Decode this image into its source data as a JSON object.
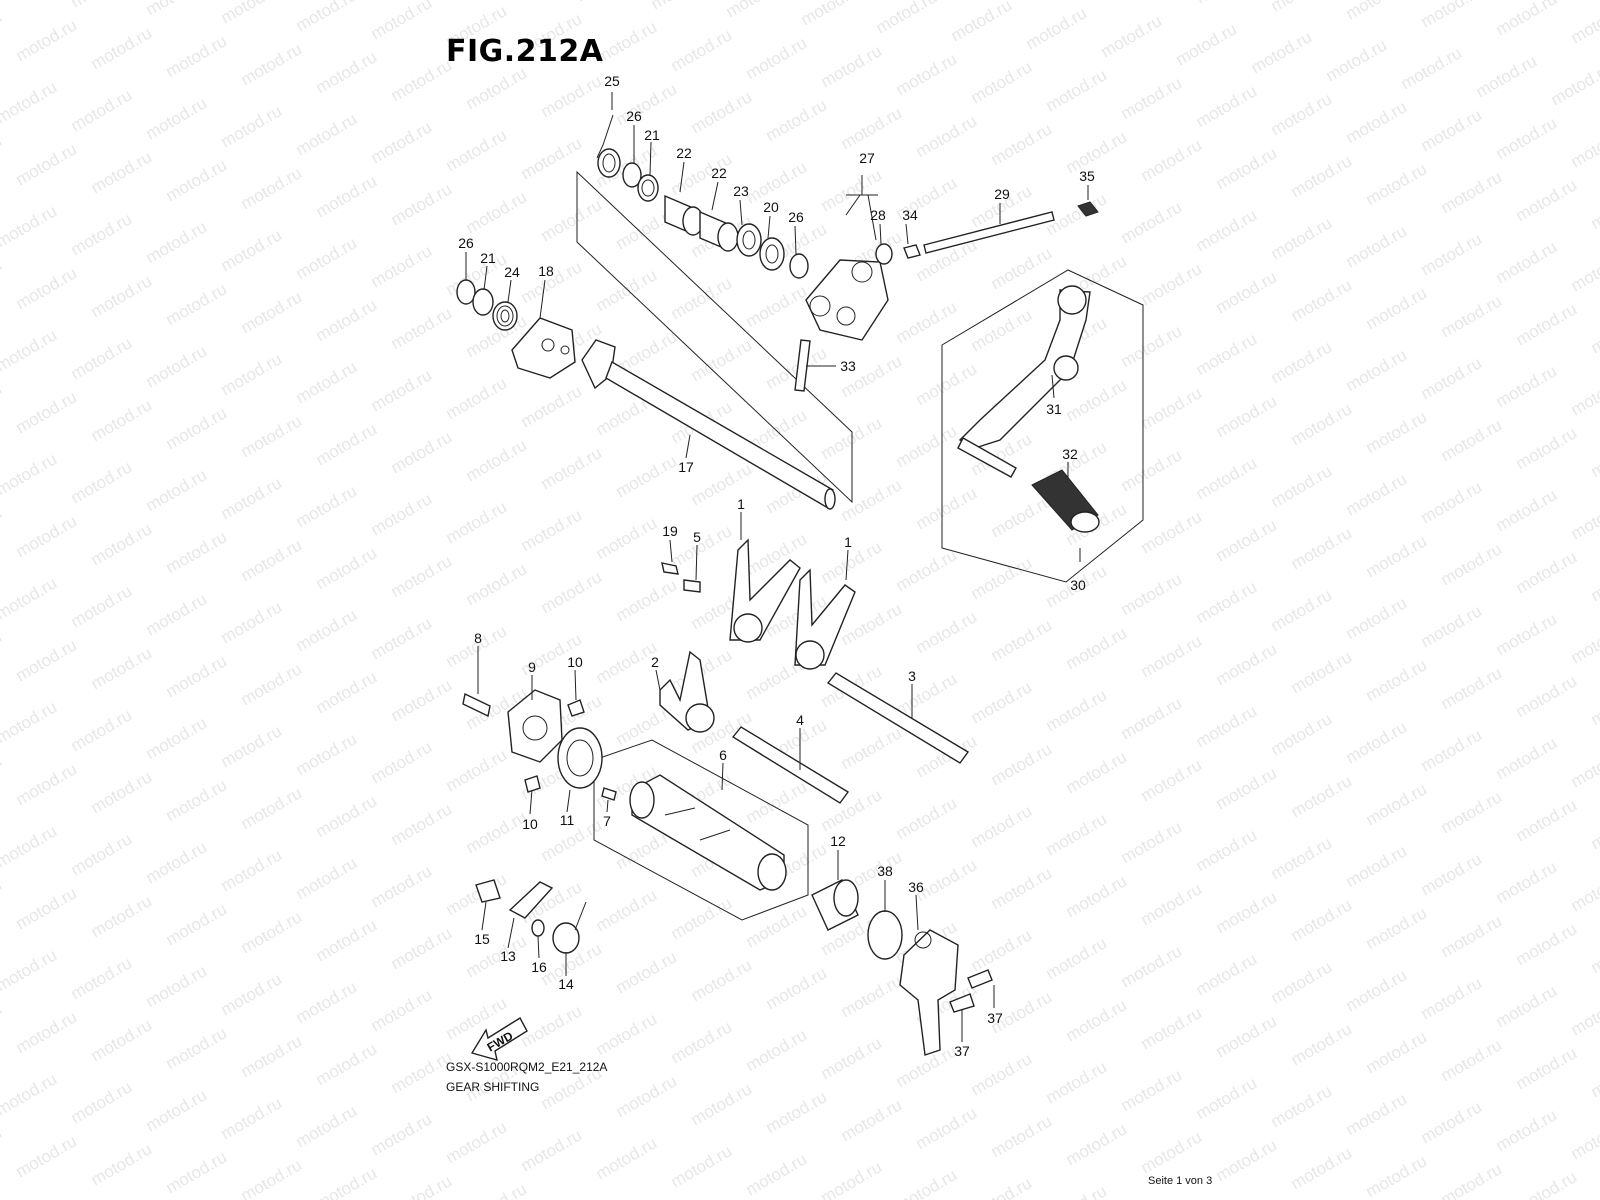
{
  "figure": {
    "title": "FIG.212A",
    "model_code": "GSX-S1000RQM2_E21_212A",
    "section_name": "GEAR SHIFTING",
    "page_info": "Seite 1 von 3",
    "watermark": "motod.ru",
    "fwd_label": "FWD"
  },
  "callouts": [
    {
      "id": "c-25",
      "text": "25"
    },
    {
      "id": "c-26a",
      "text": "26"
    },
    {
      "id": "c-21a",
      "text": "21"
    },
    {
      "id": "c-22a",
      "text": "22"
    },
    {
      "id": "c-22b",
      "text": "22"
    },
    {
      "id": "c-23",
      "text": "23"
    },
    {
      "id": "c-20",
      "text": "20"
    },
    {
      "id": "c-26b",
      "text": "26"
    },
    {
      "id": "c-27",
      "text": "27"
    },
    {
      "id": "c-28",
      "text": "28"
    },
    {
      "id": "c-34",
      "text": "34"
    },
    {
      "id": "c-29",
      "text": "29"
    },
    {
      "id": "c-35",
      "text": "35"
    },
    {
      "id": "c-26c",
      "text": "26"
    },
    {
      "id": "c-21b",
      "text": "21"
    },
    {
      "id": "c-24",
      "text": "24"
    },
    {
      "id": "c-18",
      "text": "18"
    },
    {
      "id": "c-33",
      "text": "33"
    },
    {
      "id": "c-31",
      "text": "31"
    },
    {
      "id": "c-32",
      "text": "32"
    },
    {
      "id": "c-17",
      "text": "17"
    },
    {
      "id": "c-30",
      "text": "30"
    },
    {
      "id": "c-1a",
      "text": "1"
    },
    {
      "id": "c-1b",
      "text": "1"
    },
    {
      "id": "c-19",
      "text": "19"
    },
    {
      "id": "c-5",
      "text": "5"
    },
    {
      "id": "c-8",
      "text": "8"
    },
    {
      "id": "c-9",
      "text": "9"
    },
    {
      "id": "c-10a",
      "text": "10"
    },
    {
      "id": "c-2",
      "text": "2"
    },
    {
      "id": "c-3",
      "text": "3"
    },
    {
      "id": "c-4",
      "text": "4"
    },
    {
      "id": "c-6",
      "text": "6"
    },
    {
      "id": "c-7",
      "text": "7"
    },
    {
      "id": "c-10b",
      "text": "10"
    },
    {
      "id": "c-11",
      "text": "11"
    },
    {
      "id": "c-12",
      "text": "12"
    },
    {
      "id": "c-38",
      "text": "38"
    },
    {
      "id": "c-36",
      "text": "36"
    },
    {
      "id": "c-15",
      "text": "15"
    },
    {
      "id": "c-13",
      "text": "13"
    },
    {
      "id": "c-16",
      "text": "16"
    },
    {
      "id": "c-14",
      "text": "14"
    },
    {
      "id": "c-37a",
      "text": "37"
    },
    {
      "id": "c-37b",
      "text": "37"
    }
  ]
}
